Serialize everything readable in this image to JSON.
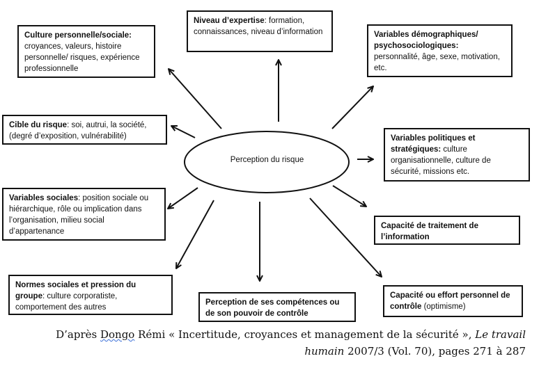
{
  "center": {
    "label": "Perception du risque"
  },
  "boxes": {
    "culture": {
      "title": "Culture personnelle/sociale:",
      "text": "croyances, valeurs, histoire personnelle/ risques, expérience professionnelle"
    },
    "expertise": {
      "title": "Niveau d’expertise",
      "text": ": formation, connaissances, niveau d’information"
    },
    "demographiques": {
      "title": "Variables démographiques/ psychosociologiques:",
      "text": "personnalité, âge, sexe, motivation, etc."
    },
    "cible": {
      "title": "Cible du risque",
      "text": ": soi, autrui, la société, (degré d’exposition, vulnérabilité)"
    },
    "politiques": {
      "title": "Variables politiques et stratégiques:",
      "text": " culture organisationnelle, culture de sécurité, missions etc."
    },
    "sociales": {
      "title": "Variables sociales",
      "text": ": position sociale ou hiérarchique, rôle ou implication dans l’organisation, milieu social d’appartenance"
    },
    "traitement": {
      "title": "Capacité de traitement de l’information",
      "text": ""
    },
    "normes": {
      "title": "Normes sociales et pression du groupe",
      "text": ": culture corporatiste, comportement des autres"
    },
    "competences": {
      "title": "Perception de ses compétences ou de son pouvoir de contrôle",
      "text": ""
    },
    "effort": {
      "title": "Capacité ou effort personnel de contrôle",
      "text": " (optimisme)"
    }
  },
  "caption": {
    "line1_prefix": "D’après ",
    "author_underlined": "Dongo",
    "line1_rest": " Rémi « Incertitude, croyances et management de la sécurité », ",
    "journal_part1": "Le travail",
    "journal_part2": "humain",
    "line2_rest": " 2007/3 (Vol. 70), pages 271 à 287"
  }
}
